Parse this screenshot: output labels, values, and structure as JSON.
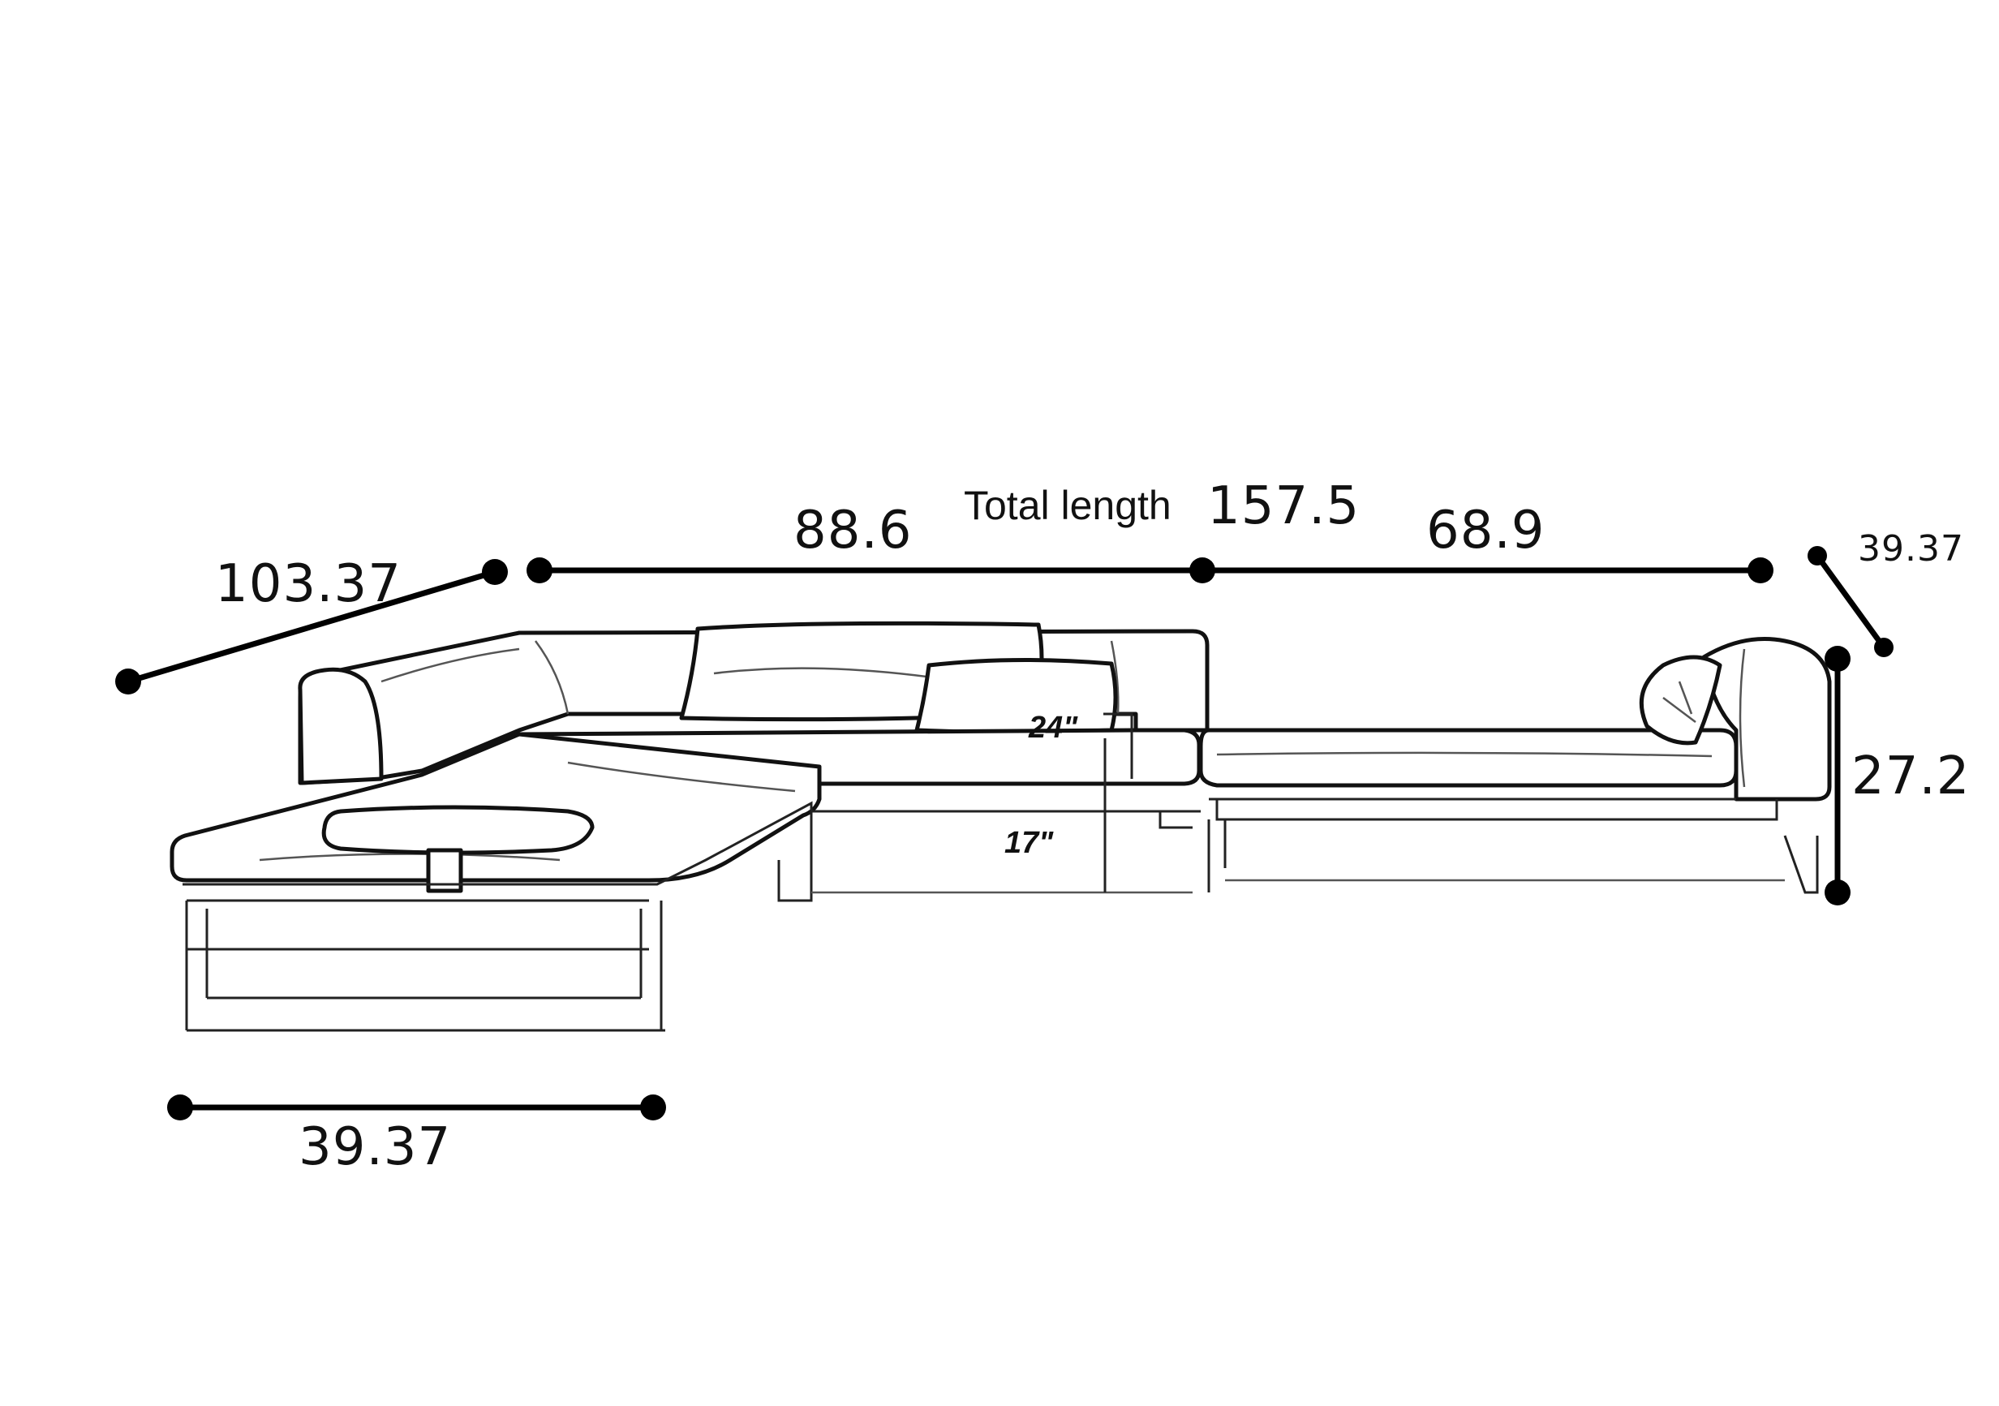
{
  "dimensions": {
    "depth_left": "103.37",
    "left_section": "88.6",
    "total_caption": "Total length",
    "total_value": "157.5",
    "right_section": "68.9",
    "depth_right": "39.37",
    "height": "27.2",
    "back_height": "24\"",
    "seat_height": "17\"",
    "chaise_width": "39.37"
  },
  "icons": [
    "sectional-sofa-illustration"
  ],
  "colors": {
    "line": "#111111",
    "background": "#ffffff"
  }
}
